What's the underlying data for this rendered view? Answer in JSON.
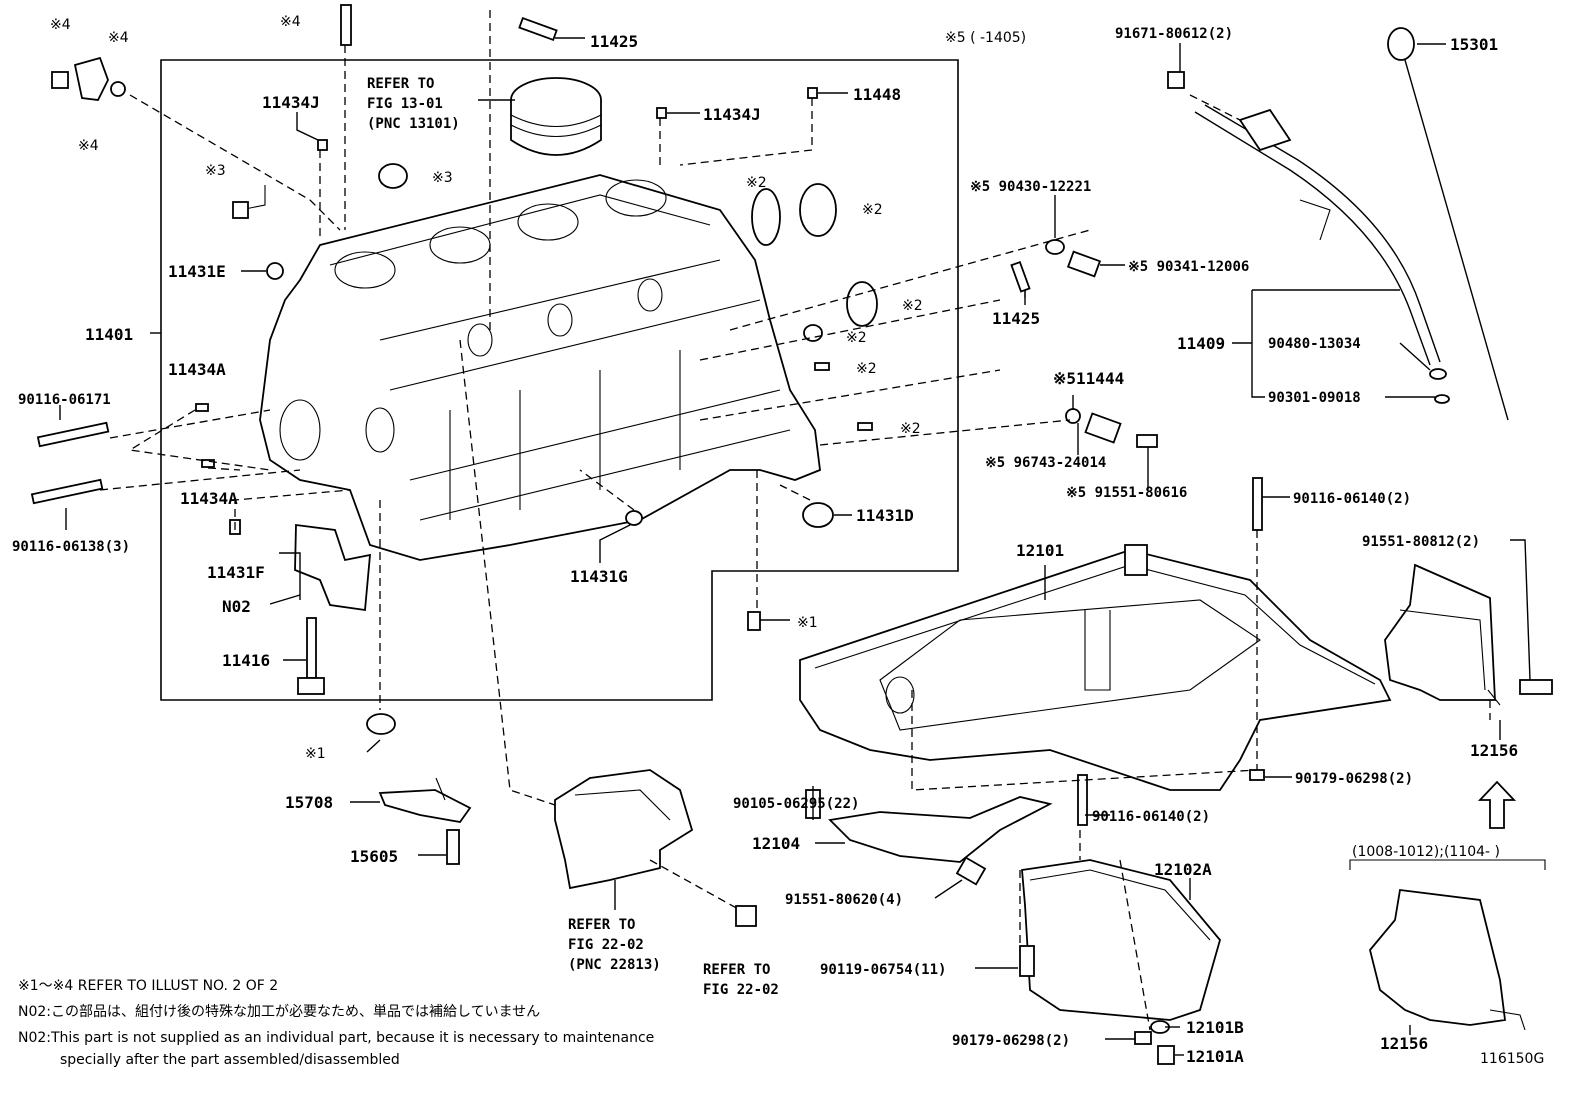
{
  "parts": {
    "p11425_top": "11425",
    "p11448": "11448",
    "p11434J_top": "11434J",
    "p11434J_left": "11434J",
    "refer_13_line1": "REFER TO",
    "refer_13_line2": "FIG 13-01",
    "refer_13_line3": "(PNC 13101)",
    "p15301": "15301",
    "p91671": "91671-80612(2)",
    "p11431E": "11431E",
    "p11401": "11401",
    "p11434A_1": "11434A",
    "p11434A_2": "11434A",
    "p90116_06171": "90116-06171",
    "p90116_06138": "90116-06138(3)",
    "p11431F": "11431F",
    "pN02": "N02",
    "p11416": "11416",
    "p11431G": "11431G",
    "p11431D": "11431D",
    "p11425_mid": "11425",
    "p90430": "※5 90430-12221",
    "p90341": "※5 90341-12006",
    "p11409": "11409",
    "p90480": "90480-13034",
    "p90301": "90301-09018",
    "p11444": "※511444",
    "p96743": "※5 96743-24014",
    "p91551_80616": "※5 91551-80616",
    "p90116_06140_top": "90116-06140(2)",
    "p91551_80812": "91551-80812(2)",
    "p12101": "12101",
    "p12156_mid": "12156",
    "p90179_mid": "90179-06298(2)",
    "p90105": "90105-06295(22)",
    "p90116_06140_bot": "90116-06140(2)",
    "p12104": "12104",
    "p15708": "15708",
    "p15605": "15605",
    "p91551_80620": "91551-80620(4)",
    "p12102A": "12102A",
    "p90119": "90119-06754(11)",
    "p90179_bot": "90179-06298(2)",
    "p12101B": "12101B",
    "p12101A": "12101A",
    "p12156_bot": "12156",
    "refer_22a_line1": "REFER TO",
    "refer_22a_line2": "FIG 22-02",
    "refer_22a_line3": "(PNC 22813)",
    "refer_22b_line1": "REFER TO",
    "refer_22b_line2": "FIG 22-02"
  },
  "marks": {
    "m4_a": "※4",
    "m4_b": "※4",
    "m4_c": "※4",
    "m4_d": "※4",
    "m3_a": "※3",
    "m3_b": "※3",
    "m2_a": "※2",
    "m2_b": "※2",
    "m2_c": "※2",
    "m2_d": "※2",
    "m2_e": "※2",
    "m2_f": "※2",
    "m1_a": "※1",
    "m1_b": "※1",
    "range_5": "※5 (      -1405)",
    "range_12156": "(1008-1012);(1104-      )"
  },
  "notes": {
    "refer_illust": "※1～※4  REFER TO ILLUST NO. 2 OF 2",
    "n02_jp": "N02:この部品は、組付け後の特殊な加工が必要なため、単品では補給していません",
    "n02_en_1": "N02:This part is not supplied as an individual part, because it is necessary to maintenance",
    "n02_en_2": "specially after the part assembled/disassembled",
    "fig_no": "116150G"
  }
}
